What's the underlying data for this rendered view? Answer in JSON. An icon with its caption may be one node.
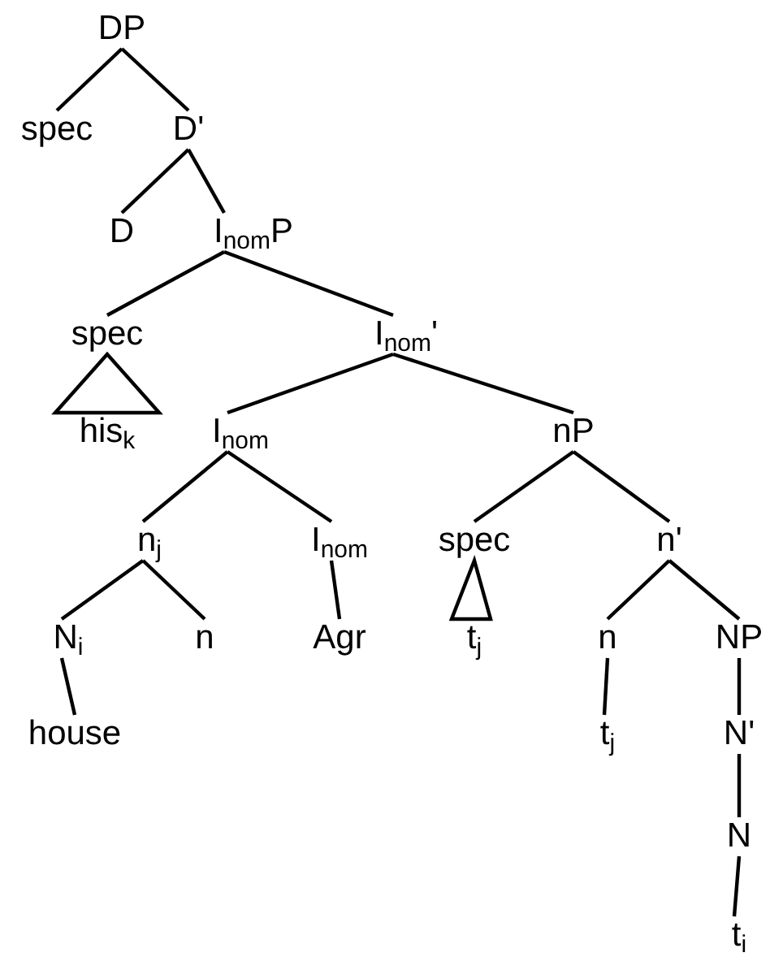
{
  "diagram": {
    "nodes": [
      {
        "text": [
          "DP"
        ]
      },
      {
        "text": [
          "spec"
        ]
      },
      {
        "text": [
          "D'"
        ]
      },
      {
        "text": [
          "D"
        ]
      },
      {
        "text": [
          "I$_{nom}$P"
        ]
      },
      {
        "text": [
          "spec"
        ]
      },
      {
        "text": [
          "I$_{nom}$'"
        ]
      },
      {
        "text": [
          "his$_{k}$"
        ]
      },
      {
        "text": [
          "I$_{nom}$"
        ]
      },
      {
        "text": [
          "nP"
        ]
      },
      {
        "text": [
          "n$_{j}$"
        ]
      },
      {
        "text": [
          "I$_{nom}$"
        ]
      },
      {
        "text": [
          "spec"
        ]
      },
      {
        "text": [
          "n'"
        ]
      },
      {
        "text": [
          "N$_{i}$"
        ]
      },
      {
        "text": [
          "n"
        ]
      },
      {
        "text": [
          "Agr"
        ]
      },
      {
        "text": [
          "t$_{j}$"
        ]
      },
      {
        "text": [
          "n"
        ]
      },
      {
        "text": [
          "NP"
        ]
      },
      {
        "text": [
          "house"
        ]
      },
      {
        "text": [
          "t$_{j}$"
        ]
      },
      {
        "text": [
          "N'"
        ]
      },
      {
        "text": [
          "N"
        ]
      },
      {
        "text": [
          "t$_{i}$"
        ]
      }
    ],
    "edges": [
      {
        "from": 0,
        "to": 1,
        "arrow": "none"
      },
      {
        "from": 0,
        "to": 2,
        "arrow": "none"
      },
      {
        "from": 2,
        "to": 3,
        "arrow": "none"
      },
      {
        "from": 2,
        "to": 4,
        "arrow": "none"
      },
      {
        "from": 4,
        "to": 5,
        "arrow": "none"
      },
      {
        "from": 4,
        "to": 6,
        "arrow": "none"
      },
      {
        "from": 5,
        "to": 7,
        "arrow": "none"
      },
      {
        "from": 6,
        "to": 8,
        "arrow": "none"
      },
      {
        "from": 6,
        "to": 9,
        "arrow": "none"
      },
      {
        "from": 8,
        "to": 10,
        "arrow": "none"
      },
      {
        "from": 8,
        "to": 11,
        "arrow": "none"
      },
      {
        "from": 9,
        "to": 12,
        "arrow": "none"
      },
      {
        "from": 9,
        "to": 13,
        "arrow": "none"
      },
      {
        "from": 10,
        "to": 14,
        "arrow": "none"
      },
      {
        "from": 10,
        "to": 15,
        "arrow": "none"
      },
      {
        "from": 11,
        "to": 16,
        "arrow": "none"
      },
      {
        "from": 12,
        "to": 17,
        "arrow": "none"
      },
      {
        "from": 13,
        "to": 18,
        "arrow": "none"
      },
      {
        "from": 13,
        "to": 19,
        "arrow": "none"
      },
      {
        "from": 14,
        "to": 20,
        "arrow": "none"
      },
      {
        "from": 18,
        "to": 21,
        "arrow": "none"
      },
      {
        "from": 19,
        "to": 22,
        "arrow": "none"
      },
      {
        "from": 22,
        "to": 23,
        "arrow": "none"
      },
      {
        "from": 23,
        "to": 24,
        "arrow": "none"
      }
    ]
  }
}
